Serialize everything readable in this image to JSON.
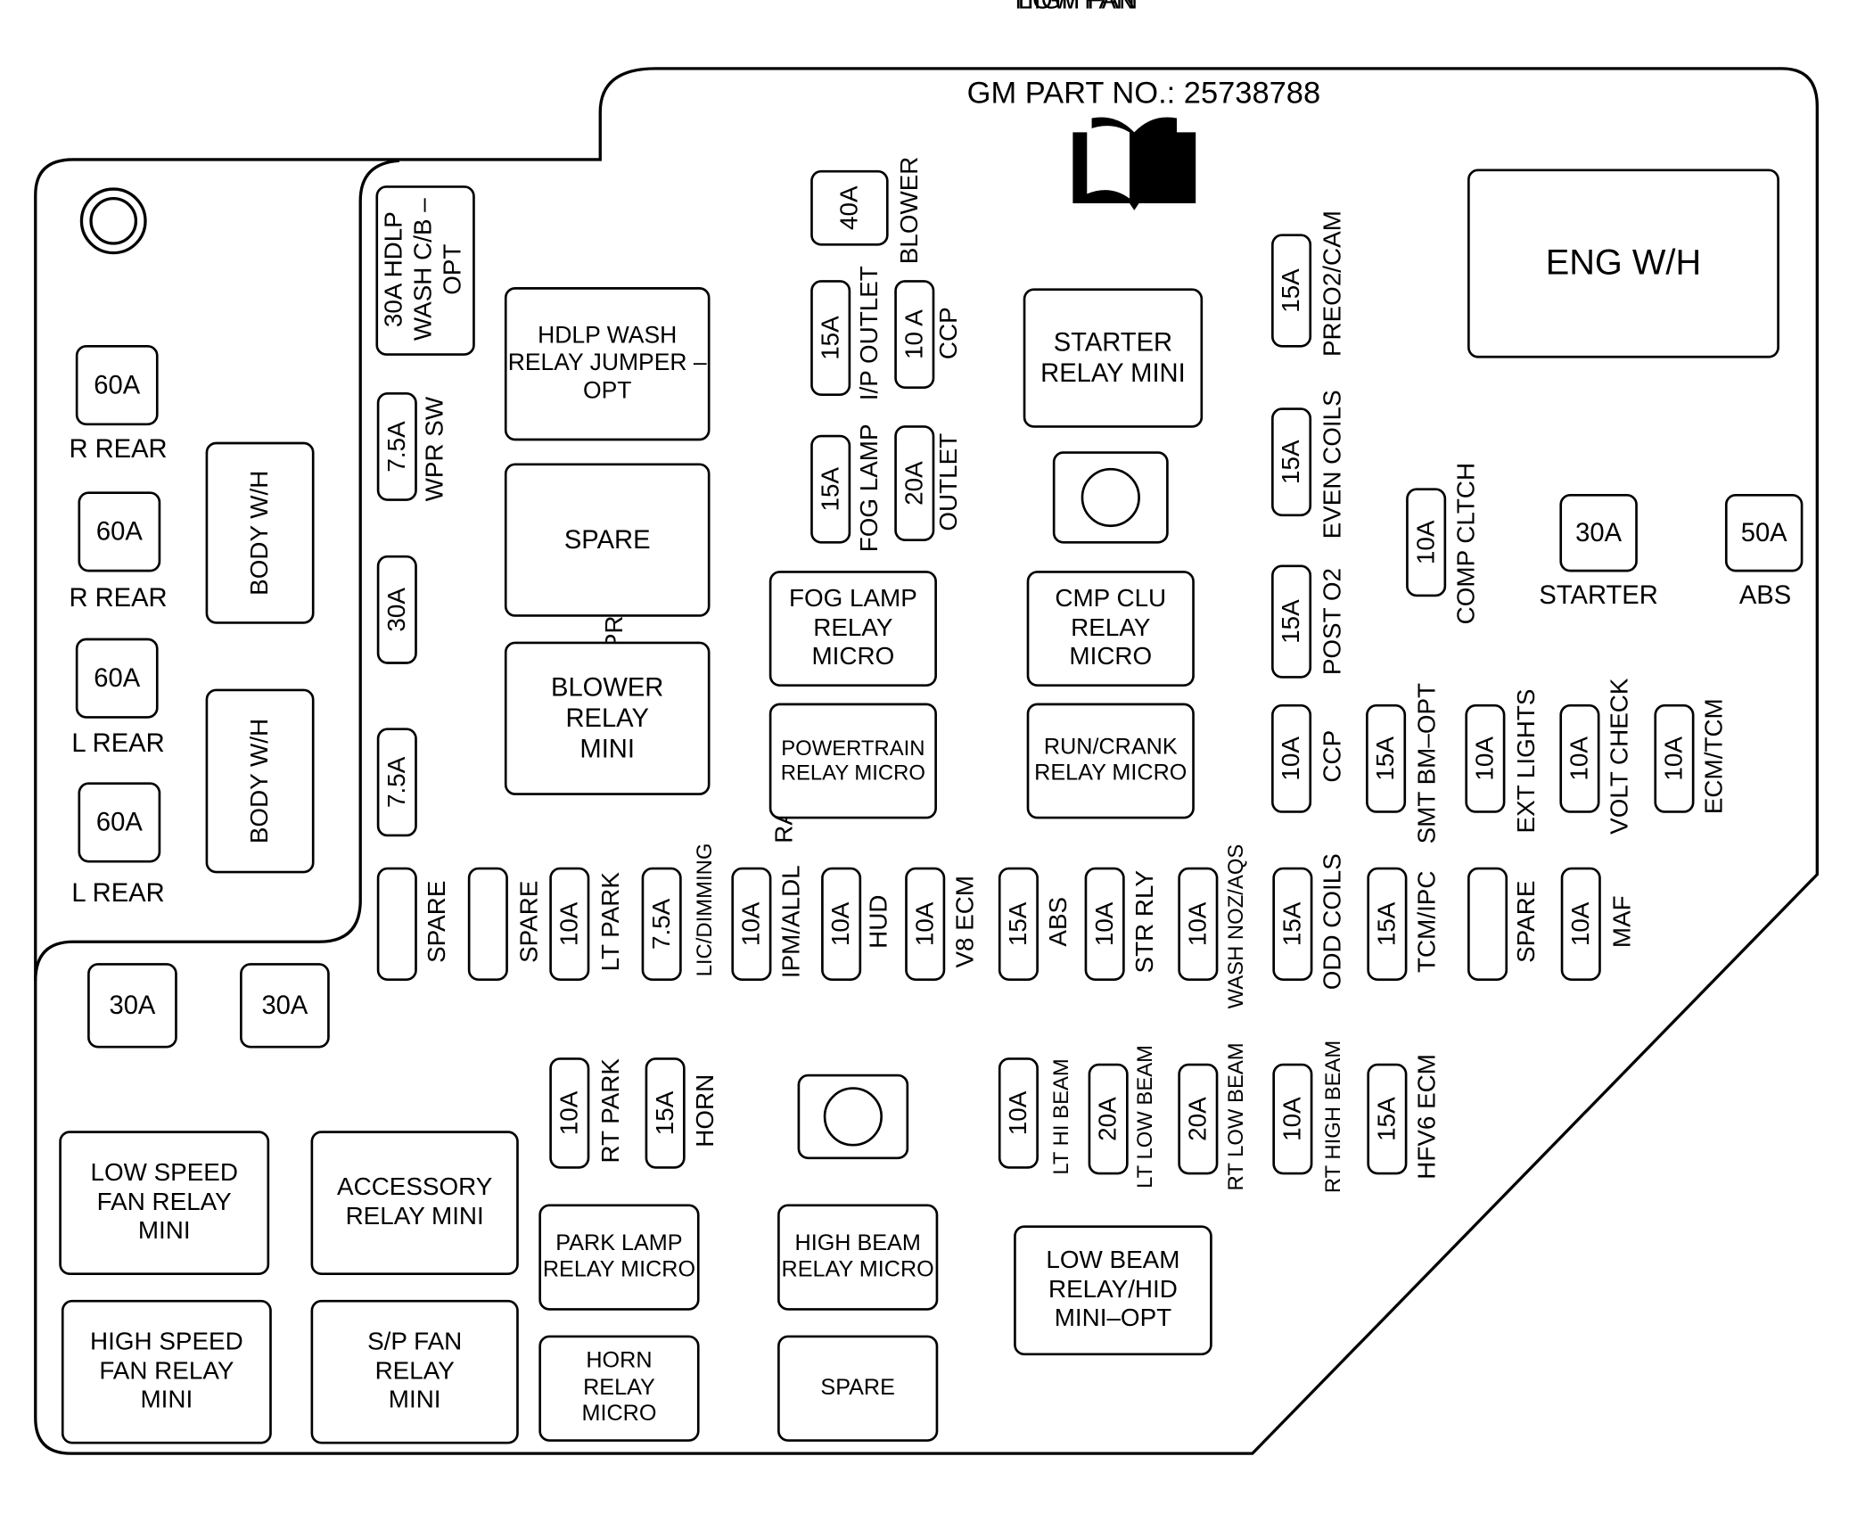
{
  "title": "GM PART NO.: 25738788",
  "fuses": [
    {
      "id": "r-rear-1",
      "rating": "60A",
      "label": "R REAR"
    },
    {
      "id": "r-rear-2",
      "rating": "60A",
      "label": "R REAR"
    },
    {
      "id": "l-rear-1",
      "rating": "60A",
      "label": "L REAR"
    },
    {
      "id": "l-rear-2",
      "rating": "60A",
      "label": "L REAR"
    },
    {
      "id": "high-fan",
      "rating": "30A",
      "label": "HIGH FAN"
    },
    {
      "id": "low-fan",
      "rating": "30A",
      "label": "LOW FAN"
    },
    {
      "id": "starter",
      "rating": "30A",
      "label": "STARTER"
    },
    {
      "id": "abs-50",
      "rating": "50A",
      "label": "ABS"
    },
    {
      "id": "hdlp-wash",
      "rating": "30A HDLP WASH C/B –OPT",
      "label": ""
    },
    {
      "id": "wpr-sw",
      "rating": "7.5A",
      "label": "WPR SW"
    },
    {
      "id": "wpr-mod",
      "rating": "30A",
      "label": "WPR MOD"
    },
    {
      "id": "rain-ssr",
      "rating": "7.5A",
      "label": "RAIN SSR"
    },
    {
      "id": "blower",
      "rating": "40A",
      "label": "BLOWER"
    },
    {
      "id": "ip-outlet",
      "rating": "15A",
      "label": "I/P OUTLET"
    },
    {
      "id": "ccp-top",
      "rating": "10 A",
      "label": "CCP"
    },
    {
      "id": "fog-lamp",
      "rating": "15A",
      "label": "FOG LAMP"
    },
    {
      "id": "outlet",
      "rating": "20A",
      "label": "OUTLET"
    },
    {
      "id": "preo2-cam",
      "rating": "15A",
      "label": "PREO2/CAM"
    },
    {
      "id": "even-coils",
      "rating": "15A",
      "label": "EVEN COILS"
    },
    {
      "id": "post-o2",
      "rating": "15A",
      "label": "POST O2"
    },
    {
      "id": "comp-cltch",
      "rating": "10A",
      "label": "COMP CLTCH"
    },
    {
      "id": "ccp-mid",
      "rating": "10A",
      "label": "CCP"
    },
    {
      "id": "smt-bm",
      "rating": "15A",
      "label": "SMT BM–OPT"
    },
    {
      "id": "ext-lights",
      "rating": "10A",
      "label": "EXT LIGHTS"
    },
    {
      "id": "volt-check",
      "rating": "10A",
      "label": "VOLT CHECK"
    },
    {
      "id": "ecm-tcm",
      "rating": "10A",
      "label": "ECM/TCM"
    },
    {
      "id": "spare-1",
      "rating": "",
      "label": "SPARE"
    },
    {
      "id": "spare-2",
      "rating": "",
      "label": "SPARE"
    },
    {
      "id": "lt-park",
      "rating": "10A",
      "label": "LT PARK"
    },
    {
      "id": "lic-dimming",
      "rating": "7.5A",
      "label": "LIC/DIMMING"
    },
    {
      "id": "ipm-aldl",
      "rating": "10A",
      "label": "IPM/ALDL"
    },
    {
      "id": "hud",
      "rating": "10A",
      "label": "HUD"
    },
    {
      "id": "v8-ecm",
      "rating": "10A",
      "label": "V8 ECM"
    },
    {
      "id": "abs-15",
      "rating": "15A",
      "label": "ABS"
    },
    {
      "id": "str-rly",
      "rating": "10A",
      "label": "STR RLY"
    },
    {
      "id": "wash-noz",
      "rating": "10A",
      "label": "WASH NOZ/AQS"
    },
    {
      "id": "odd-coils",
      "rating": "15A",
      "label": "ODD COILS"
    },
    {
      "id": "tcm-ipc",
      "rating": "15A",
      "label": "TCM/IPC"
    },
    {
      "id": "spare-3",
      "rating": "",
      "label": "SPARE"
    },
    {
      "id": "maf",
      "rating": "10A",
      "label": "MAF"
    },
    {
      "id": "rt-park",
      "rating": "10A",
      "label": "RT PARK"
    },
    {
      "id": "horn",
      "rating": "15A",
      "label": "HORN"
    },
    {
      "id": "lt-hi-beam",
      "rating": "10A",
      "label": "LT HI BEAM"
    },
    {
      "id": "lt-low-beam",
      "rating": "20A",
      "label": "LT LOW BEAM"
    },
    {
      "id": "rt-low-beam",
      "rating": "20A",
      "label": "RT LOW BEAM"
    },
    {
      "id": "rt-high-beam",
      "rating": "10A",
      "label": "RT HIGH BEAM"
    },
    {
      "id": "hfv6-ecm",
      "rating": "15A",
      "label": "HFV6 ECM"
    }
  ],
  "relays": [
    {
      "id": "hdlp-wash-relay",
      "label": "HDLP WASH RELAY JUMPER –OPT"
    },
    {
      "id": "spare-relay-1",
      "label": "SPARE"
    },
    {
      "id": "blower-relay",
      "label": "BLOWER RELAY MINI"
    },
    {
      "id": "starter-relay",
      "label": "STARTER RELAY MINI"
    },
    {
      "id": "fog-lamp-relay",
      "label": "FOG LAMP RELAY MICRO"
    },
    {
      "id": "cmp-clu-relay",
      "label": "CMP CLU RELAY MICRO"
    },
    {
      "id": "powertrain-relay",
      "label": "POWERTRAIN RELAY MICRO"
    },
    {
      "id": "run-crank-relay",
      "label": "RUN/CRANK RELAY MICRO"
    },
    {
      "id": "low-speed-fan-relay",
      "label": "LOW SPEED FAN RELAY MINI"
    },
    {
      "id": "accessory-relay",
      "label": "ACCESSORY RELAY MINI"
    },
    {
      "id": "high-speed-fan-relay",
      "label": "HIGH SPEED FAN RELAY MINI"
    },
    {
      "id": "sp-fan-relay",
      "label": "S/P FAN RELAY MINI"
    },
    {
      "id": "park-lamp-relay",
      "label": "PARK LAMP RELAY MICRO"
    },
    {
      "id": "horn-relay",
      "label": "HORN RELAY MICRO"
    },
    {
      "id": "high-beam-relay",
      "label": "HIGH BEAM RELAY MICRO"
    },
    {
      "id": "spare-relay-2",
      "label": "SPARE"
    },
    {
      "id": "low-beam-relay",
      "label": "LOW BEAM RELAY/HID MINI–OPT"
    }
  ],
  "connectors": [
    {
      "id": "eng-wh",
      "label": "ENG W/H"
    },
    {
      "id": "body-wh-1",
      "label": "BODY W/H"
    },
    {
      "id": "body-wh-2",
      "label": "BODY W/H"
    }
  ],
  "icons": [
    "info-book-icon",
    "mounting-hole-icon"
  ]
}
